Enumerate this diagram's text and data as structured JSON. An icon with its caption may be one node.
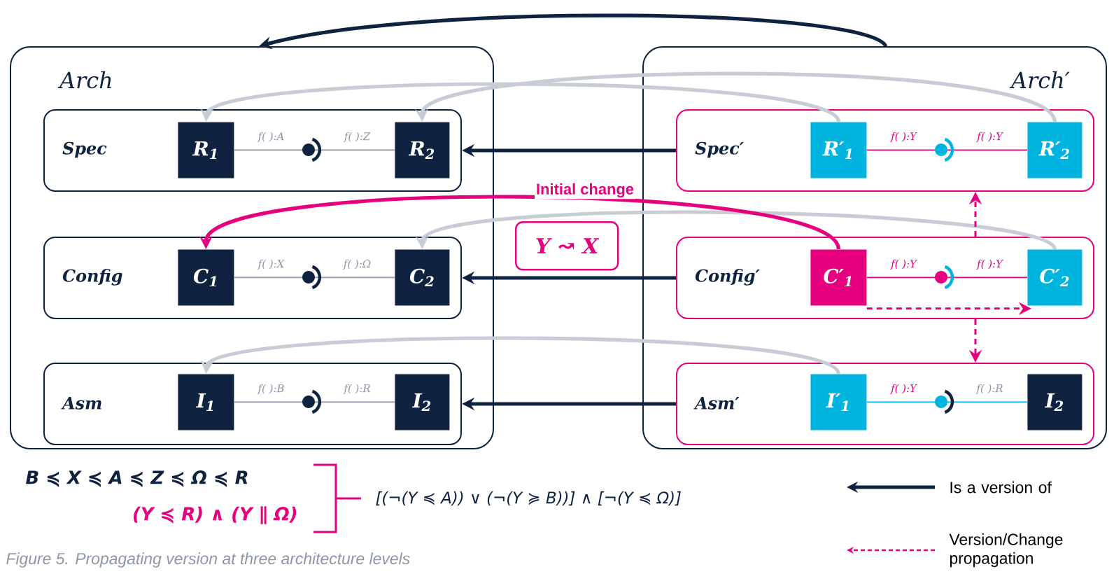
{
  "diagram": {
    "caption": "Figure 5. Propagating version at three architecture levels",
    "nodes": [
      {
        "text": [
          "Arch"
        ]
      },
      {
        "text": [
          "Spec"
        ],
        "in": 0
      },
      {
        "text": [
          "R$_{1}$"
        ],
        "in": 1
      },
      {
        "text": [
          "R$_{2}$"
        ],
        "in": 1
      },
      {
        "text": [
          "Config"
        ],
        "in": 0
      },
      {
        "text": [
          "C$_{1}$"
        ],
        "in": 4
      },
      {
        "text": [
          "C$_{2}$"
        ],
        "in": 4
      },
      {
        "text": [
          "Asm"
        ],
        "in": 0
      },
      {
        "text": [
          "I$_{1}$"
        ],
        "in": 7
      },
      {
        "text": [
          "I$_{2}$"
        ],
        "in": 7
      },
      {
        "text": [
          "Arch′"
        ]
      },
      {
        "text": [
          "Spec′"
        ],
        "in": 10
      },
      {
        "text": [
          "R′$_{1}$"
        ],
        "in": 11
      },
      {
        "text": [
          "R′$_{2}$"
        ],
        "in": 11
      },
      {
        "text": [
          "Config′"
        ],
        "in": 10
      },
      {
        "text": [
          "C′$_{1}$"
        ],
        "in": 14
      },
      {
        "text": [
          "C′$_{2}$"
        ],
        "in": 14
      },
      {
        "text": [
          "Asm′"
        ],
        "in": 10
      },
      {
        "text": [
          "I′$_{1}$"
        ],
        "in": 17
      },
      {
        "text": [
          "I$_{2}$"
        ],
        "in": 17
      },
      {
        "text": [
          "Y ↝ X"
        ]
      }
    ],
    "edges": [
      {
        "from": 10,
        "to": 0,
        "arrow": "to",
        "color": "#0f2340"
      },
      {
        "from": 11,
        "to": 1,
        "arrow": "to",
        "color": "#0f2340"
      },
      {
        "from": 14,
        "to": 4,
        "arrow": "to",
        "color": "#0f2340"
      },
      {
        "from": 17,
        "to": 7,
        "arrow": "to",
        "color": "#0f2340"
      },
      {
        "from": 12,
        "to": 2,
        "arrow": "to",
        "color": "#c8cdd5"
      },
      {
        "from": 13,
        "to": 3,
        "arrow": "to",
        "color": "#c8cdd5"
      },
      {
        "from": 16,
        "to": 6,
        "arrow": "to",
        "color": "#c8cdd5"
      },
      {
        "from": 18,
        "to": 8,
        "arrow": "to",
        "color": "#c8cdd5"
      },
      {
        "from": 15,
        "to": 5,
        "arrow": "to",
        "color": "#e6007e",
        "label": "Initial change"
      },
      {
        "from": 14,
        "to": 11,
        "arrow": "to",
        "style": "dashed",
        "color": "#e6007e"
      },
      {
        "from": 14,
        "to": 17,
        "arrow": "to",
        "style": "dashed",
        "color": "#e6007e"
      },
      {
        "from": 15,
        "to": 16,
        "arrow": "to",
        "style": "dashed",
        "color": "#e6007e"
      },
      {
        "from": 2,
        "to": 3,
        "arrow": "none",
        "color": "#8c96a5"
      },
      {
        "from": 5,
        "to": 6,
        "arrow": "none",
        "color": "#8c96a5"
      },
      {
        "from": 8,
        "to": 9,
        "arrow": "none",
        "color": "#8c96a5"
      },
      {
        "from": 12,
        "to": 13,
        "arrow": "none",
        "color": "#e6007e"
      },
      {
        "from": 15,
        "to": 16,
        "arrow": "none",
        "color": "#e6007e"
      },
      {
        "from": 18,
        "to": 19,
        "arrow": "none",
        "color": "#00b4e0"
      }
    ],
    "labels": [
      "f(  ):A",
      "f(  ):Z",
      "f(  ):Y",
      "f(  ):Y",
      "f(  ):X",
      "f(  ):Ω",
      "f(  ):Y",
      "f(  ):Y",
      "f(  ):B",
      "f(  ):R",
      "f(  ):Y",
      "f(  ):R",
      "B ≼ X ≼ A ≼ Z ≼ Ω ≼ R",
      "(Y ≼ R) ∧ (Y ∥ Ω)",
      "[(¬(Y ≼ A)) ∨ (¬(Y ≽ B))] ∧ [¬(Y ≼ Ω)]"
    ],
    "legend": [
      {
        "text": "Is a version of"
      },
      {
        "text": "Version/Change propagation"
      }
    ]
  }
}
